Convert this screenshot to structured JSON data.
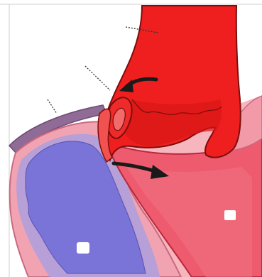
{
  "diagram": {
    "kind": "anatomical-illustration",
    "colors": {
      "background": "#ffffff",
      "aorta": "#ef1f1f",
      "aorta_dark": "#c91010",
      "outline": "#7a0d0d",
      "ventricle_wall": "#f08a98",
      "ventricle_cavity": "#ee5b6e",
      "atrium_fill": "#7b74d8",
      "atrium_rim": "#b79fd7",
      "vessel_band": "#8f6b96",
      "pale_tissue": "#f7b6bd",
      "arrow": "#1a1a1a",
      "leader": "#333333"
    },
    "icons": [
      "curved-arrow-icon",
      "straight-arrow-icon"
    ],
    "markers": [
      "white-square-marker",
      "white-square-marker"
    ],
    "leader_lines": 3
  }
}
